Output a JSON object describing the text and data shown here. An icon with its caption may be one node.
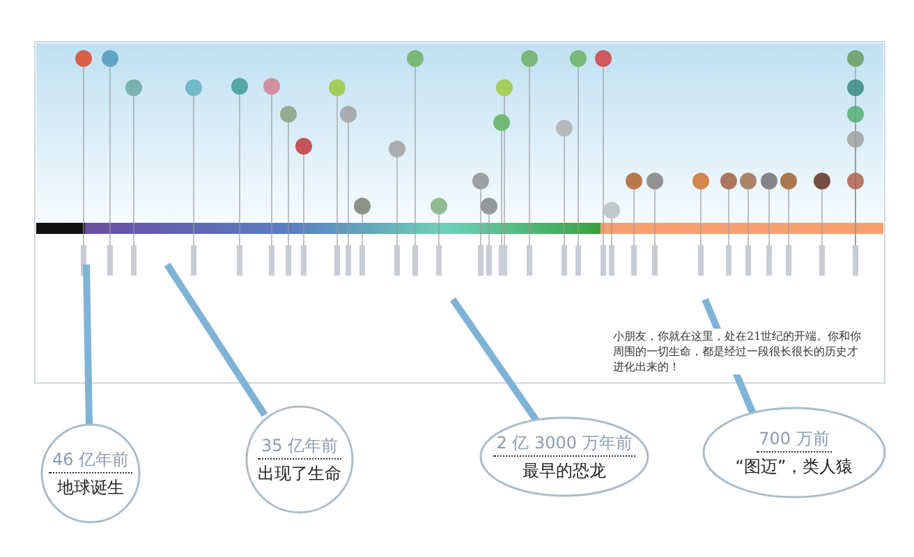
{
  "diagram": {
    "nodes": [
      {
        "text": [
          "46 亿年前",
          "地球诞生"
        ]
      },
      {
        "text": [
          "35 亿年前",
          "出现了生命"
        ]
      },
      {
        "text": [
          "2 亿 3000 万年前",
          "最早的恐龙"
        ]
      },
      {
        "text": [
          "700 万前",
          "“图迈”，类人猿"
        ]
      }
    ],
    "edges": [
      {
        "from": 0,
        "to": null,
        "arrow": "none"
      },
      {
        "from": 1,
        "to": null,
        "arrow": "none"
      },
      {
        "from": 2,
        "to": null,
        "arrow": "none"
      },
      {
        "from": 3,
        "to": null,
        "arrow": "none"
      }
    ],
    "labels": [
      "小朋友，你就在这里，处在21世纪的开端。你和你周围的一切生命，都是经过一段很长很长的历史才进化出来的！"
    ]
  }
}
